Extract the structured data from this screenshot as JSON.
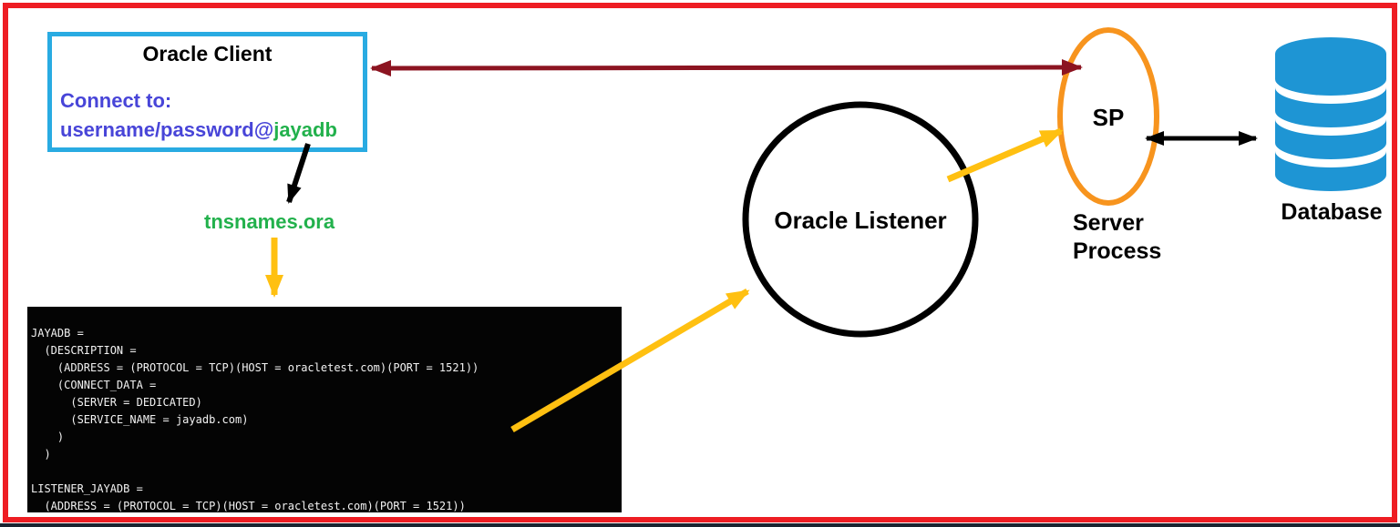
{
  "client": {
    "title": "Oracle Client",
    "connect_label": "Connect to:",
    "connect_string_prefix": "username/password@",
    "connect_string_db": "jayadb"
  },
  "tnsnames": {
    "label": "tnsnames.ora"
  },
  "tns_config": {
    "code": "JAYADB =\n  (DESCRIPTION =\n    (ADDRESS = (PROTOCOL = TCP)(HOST = oracletest.com)(PORT = 1521))\n    (CONNECT_DATA =\n      (SERVER = DEDICATED)\n      (SERVICE_NAME = jayadb.com)\n    )\n  )\n\nLISTENER_JAYADB =\n  (ADDRESS = (PROTOCOL = TCP)(HOST = oracletest.com)(PORT = 1521))"
  },
  "listener": {
    "label": "Oracle Listener"
  },
  "server_process": {
    "abbrev": "SP",
    "label": "Server Process"
  },
  "database": {
    "label": "Database",
    "icon": "database-cylinder-icon"
  },
  "colors": {
    "frame_red": "#EE1D23",
    "client_box_border": "#29ABE2",
    "connect_text": "#4845D8",
    "green_text": "#22B14C",
    "dark_red_arrow": "#8C1421",
    "yellow_arrow": "#FFC011",
    "server_process_ellipse": "#F7941E",
    "database_blue": "#1E95D4",
    "black": "#000000",
    "code_background": "#040404",
    "code_text": "#F2F2F2"
  },
  "connections": [
    {
      "from": "oracle-client",
      "to": "server-process",
      "color": "dark_red_arrow",
      "bidirectional": true
    },
    {
      "from": "connect-string",
      "to": "tnsnames-ora",
      "color": "black",
      "bidirectional": false
    },
    {
      "from": "tnsnames-ora",
      "to": "tns-config",
      "color": "yellow_arrow",
      "bidirectional": false
    },
    {
      "from": "tns-config",
      "to": "oracle-listener",
      "color": "yellow_arrow",
      "bidirectional": false
    },
    {
      "from": "oracle-listener",
      "to": "server-process",
      "color": "yellow_arrow",
      "bidirectional": false
    },
    {
      "from": "server-process",
      "to": "database",
      "color": "black",
      "bidirectional": true
    }
  ]
}
